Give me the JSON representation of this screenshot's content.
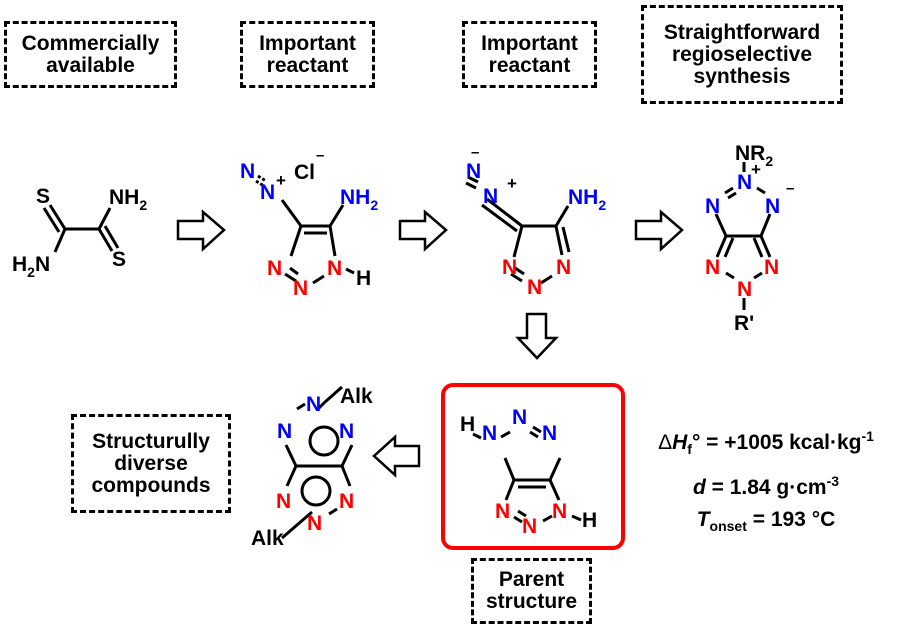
{
  "colors": {
    "blue": "#0000ff",
    "red": "#ff0000",
    "black": "#000000",
    "highlight_box": "#ff0000"
  },
  "labels": {
    "commercially_available": [
      "Commercially",
      "available"
    ],
    "important_reactant_1": [
      "Important",
      "reactant"
    ],
    "important_reactant_2": [
      "Important",
      "reactant"
    ],
    "straightforward": [
      "Straightforward",
      "regioselective",
      "synthesis"
    ],
    "structurally_diverse": [
      "Structurully",
      "diverse",
      "compounds"
    ],
    "parent_structure": [
      "Parent",
      "structure"
    ]
  },
  "atoms": {
    "S": "S",
    "NH2": "NH",
    "sub2": "2",
    "H2N_H": "H",
    "N": "N",
    "H": "H",
    "Cl": "Cl",
    "plus": "+",
    "minus": "–",
    "R2": "R",
    "Rprime": "R'",
    "Alk": "Alk"
  },
  "properties": {
    "dhf": {
      "symbol": "Δ",
      "H": "H",
      "f": "f",
      "deg": "°",
      "value": " = +1005 kcal·kg",
      "exp": "-1"
    },
    "density": {
      "symbol": "d",
      "value": " = 1.84 g·cm",
      "exp": "-3"
    },
    "tonset": {
      "symbol": "T",
      "sub": "onset",
      "value": " = 193 °C"
    }
  },
  "arrows": [
    {
      "name": "arrow-step-1",
      "direction": "right"
    },
    {
      "name": "arrow-step-2",
      "direction": "right"
    },
    {
      "name": "arrow-step-3",
      "direction": "right"
    },
    {
      "name": "arrow-down",
      "direction": "down"
    },
    {
      "name": "arrow-left",
      "direction": "left"
    }
  ]
}
